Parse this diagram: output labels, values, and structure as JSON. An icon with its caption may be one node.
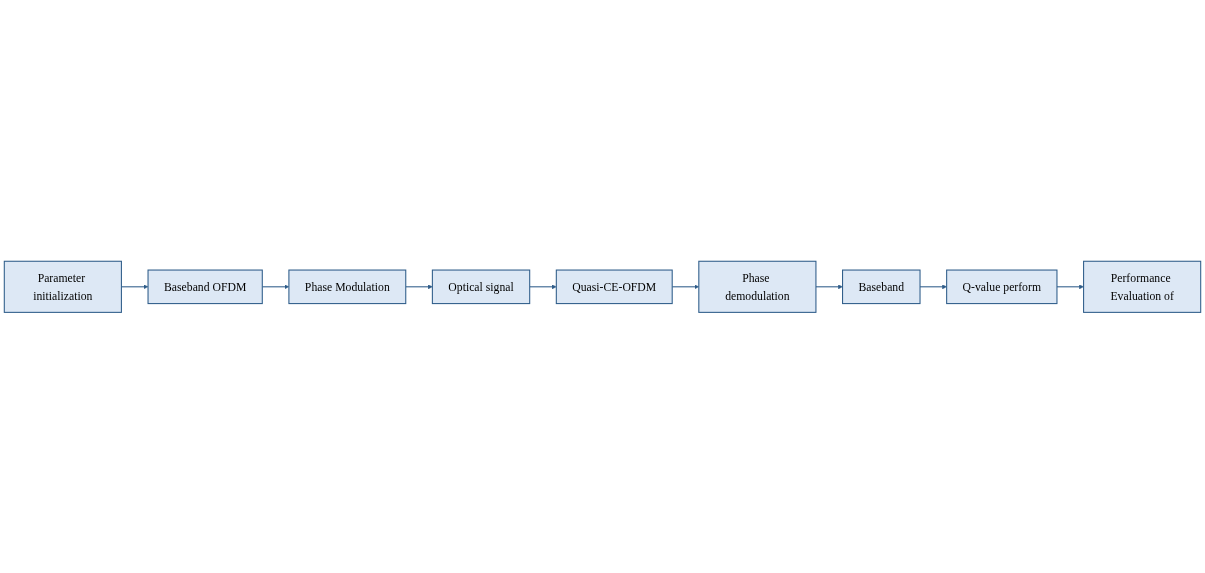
{
  "diagram": {
    "nodes": [
      {
        "text": [
          "Parameter initialization"
        ]
      },
      {
        "text": [
          "Baseband OFDM"
        ]
      },
      {
        "text": [
          "Phase Modulation"
        ]
      },
      {
        "text": [
          "Optical signal"
        ]
      },
      {
        "text": [
          "Quasi-CE-OFDM"
        ]
      },
      {
        "text": [
          "Phase demodulation"
        ]
      },
      {
        "text": [
          "Baseband"
        ]
      },
      {
        "text": [
          "Q-value perform"
        ]
      },
      {
        "text": [
          "Performance Evaluation of"
        ]
      }
    ],
    "edges": [
      {
        "from": 0,
        "to": 1,
        "arrow": "to"
      },
      {
        "from": 1,
        "to": 2,
        "arrow": "to"
      },
      {
        "from": 2,
        "to": 3,
        "arrow": "to"
      },
      {
        "from": 3,
        "to": 4,
        "arrow": "to"
      },
      {
        "from": 4,
        "to": 5,
        "arrow": "to"
      },
      {
        "from": 5,
        "to": 6,
        "arrow": "to"
      },
      {
        "from": 6,
        "to": 7,
        "arrow": "to"
      },
      {
        "from": 7,
        "to": 8,
        "arrow": "to"
      }
    ]
  }
}
